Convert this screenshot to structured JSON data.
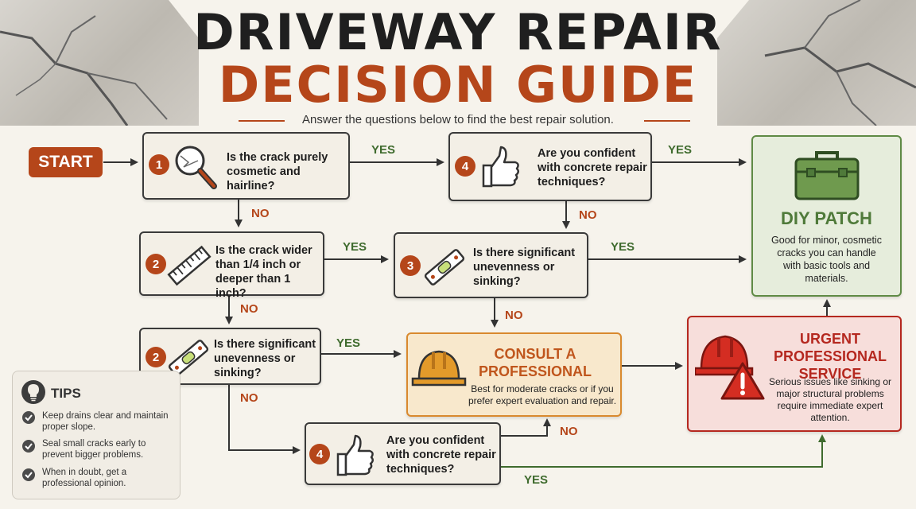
{
  "header": {
    "title_line1": "DRIVEWAY REPAIR",
    "title_line2": "DECISION GUIDE",
    "subtitle": "Answer the questions below to find the best repair solution."
  },
  "start_label": "START",
  "questions": {
    "q1": {
      "number": "1",
      "text": "Is the crack purely cosmetic and hairline?",
      "icon": "magnifier-icon"
    },
    "q2a": {
      "number": "2",
      "text": "Is the crack wider than 1/4 inch or deeper than 1 inch?",
      "icon": "ruler-icon"
    },
    "q2b": {
      "number": "2",
      "text": "Is there significant unevenness or sinking?",
      "icon": "level-icon"
    },
    "q3": {
      "number": "3",
      "text": "Is there significant unevenness or sinking?",
      "icon": "level-icon"
    },
    "q4a": {
      "number": "4",
      "text": "Are you confident with concrete repair techniques?",
      "icon": "thumbs-up-icon"
    },
    "q4b": {
      "number": "4",
      "text": "Are you confident with concrete repair techniques?",
      "icon": "thumbs-up-icon"
    }
  },
  "labels": {
    "yes": "YES",
    "no": "NO"
  },
  "outcomes": {
    "diy": {
      "title": "DIY PATCH",
      "desc": "Good for minor, cosmetic cracks you can handle with basic tools and materials.",
      "icon": "toolbox-icon",
      "color": "#4f7a3a"
    },
    "consult": {
      "title": "CONSULT A PROFESSIONAL",
      "desc": "Best for moderate cracks or if you prefer expert evaluation and repair.",
      "icon": "hard-hat-icon",
      "color": "#c0561d"
    },
    "urgent": {
      "title": "URGENT PROFESSIONAL SERVICE",
      "desc": "Serious issues like sinking or major structural problems require immediate expert attention.",
      "icon": "warning-hard-hat-icon",
      "color": "#b5281f"
    }
  },
  "tips": {
    "title": "TIPS",
    "icon": "lightbulb-icon",
    "items": [
      "Keep drains clear and maintain proper slope.",
      "Seal small cracks early to prevent bigger problems.",
      "When in doubt, get a professional opinion."
    ]
  },
  "colors": {
    "accent": "#b5461a",
    "yes": "#3f6b2e",
    "diy_bg": "#e6eddc",
    "consult_bg": "#f8e8cc",
    "urgent_bg": "#f7dedb"
  }
}
